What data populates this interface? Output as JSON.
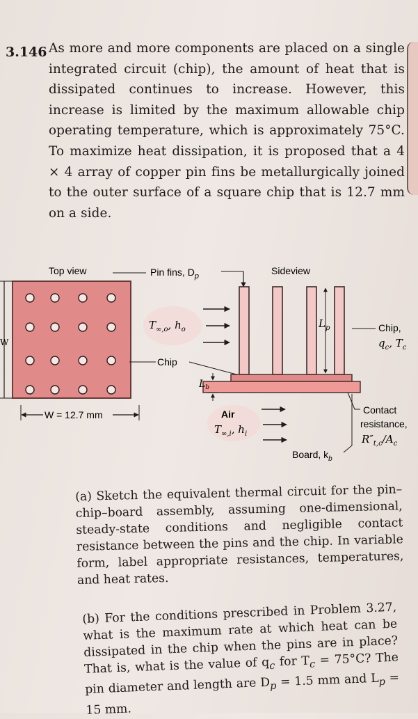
{
  "problem": {
    "number": "3.146",
    "text": "As more and more components are placed on a single integrated circuit (chip), the amount of heat that is dissipated continues to increase. However, this increase is limited by the maximum allowable chip operating temperature, which is approximately 75°C. To maximize heat dissipation, it is proposed that a 4 × 4 array of copper pin fins be metallurgically joined to the outer surface of a square chip that is 12.7 mm on a side."
  },
  "figure": {
    "top_view_label": "Top view",
    "pin_fins_label": "Pin fins, D",
    "pin_fins_sub": "p",
    "side_view_label": "Sideview",
    "w_label": "W",
    "w_dimension": "W = 12.7 mm",
    "chip_label": "Chip",
    "t_inf_o": "T",
    "t_inf_o_sub": "∞,o",
    "h_o": "h",
    "h_o_sub": "o",
    "lp_label": "L",
    "lp_sub": "p",
    "lb_label": "L",
    "lb_sub": "b",
    "chip_right_label": "Chip,",
    "chip_right_vars": "q",
    "chip_right_vars_sub": "c",
    "chip_right_tc": "T",
    "chip_right_tc_sub": "c",
    "air_label": "Air",
    "t_inf_i": "T",
    "t_inf_i_sub": "∞,i",
    "h_i": "h",
    "h_i_sub": "i",
    "contact_label_1": "Contact",
    "contact_label_2": "resistance,",
    "contact_resistance": "R″",
    "contact_resistance_sub": "t,c",
    "contact_resistance_tail": "/A",
    "contact_resistance_tail_sub": "c",
    "board_label": "Board, k",
    "board_sub": "b",
    "colors": {
      "chip_fill": "#e08a8a",
      "chip_stroke": "#5a2e2e",
      "fin_fill": "#f2c9c7"
    }
  },
  "part_a": {
    "label": "(a)",
    "text": "Sketch the equivalent thermal circuit for the pin–chip–board assembly, assuming one-dimensional, steady-state conditions and negligible contact resistance between the pins and the chip. In variable form, label appropriate resistances, temperatures, and heat rates."
  },
  "part_b": {
    "label": "(b)",
    "text": "For the conditions prescribed in Problem 3.27, what is the maximum rate at which heat can be dissipated in the chip when the pins are in place? That is, what is the value of q",
    "q_sub": "c",
    "text2": " for T",
    "tc_sub": "c",
    "text3": " = 75°C? The pin diameter and length are D",
    "dp_sub": "p",
    "text4": " = 1.5 mm and L",
    "lp_sub": "p",
    "text5": " = 15 mm."
  }
}
